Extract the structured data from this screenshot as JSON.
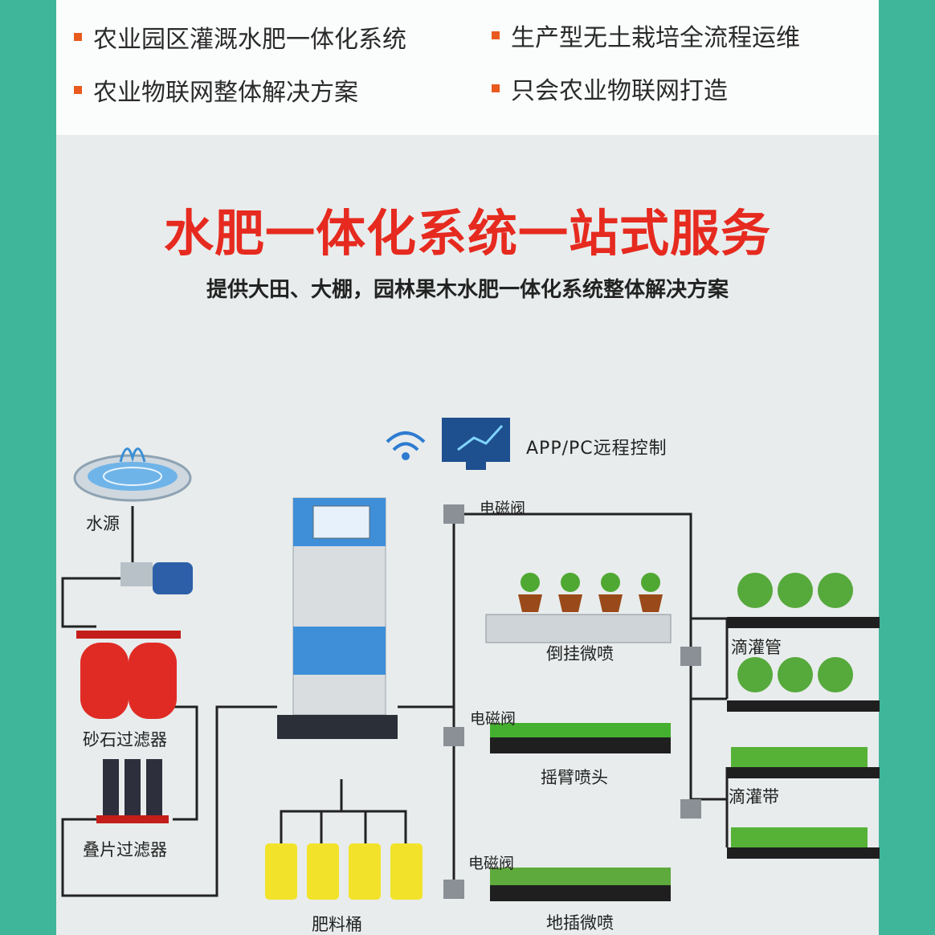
{
  "bullets": [
    "农业园区灌溉水肥一体化系统",
    "生产型无土栽培全流程运维",
    "农业物联网整体解决方案",
    "只会农业物联网打造"
  ],
  "headline": "水肥一体化系统一站式服务",
  "subline": "提供大田、大棚，园林果木水肥一体化系统整体解决方案",
  "labels": {
    "remote": "APP/PC远程控制",
    "water_source": "水源",
    "sand_filter": "砂石过滤器",
    "disc_filter": "叠片过滤器",
    "fertilizer_tank": "肥料桶",
    "solenoid1": "电磁阀",
    "solenoid2": "电磁阀",
    "solenoid3": "电磁阀",
    "hanging_spray": "倒挂微喷",
    "rocker_nozzle": "摇臂喷头",
    "ground_spray": "地插微喷",
    "drip_pipe": "滴灌管",
    "drip_tape": "滴灌带"
  },
  "colors": {
    "background": "#3fb59a",
    "headline": "#e62a1f",
    "bullet": "#e85a1e",
    "pipe": "#222222"
  }
}
